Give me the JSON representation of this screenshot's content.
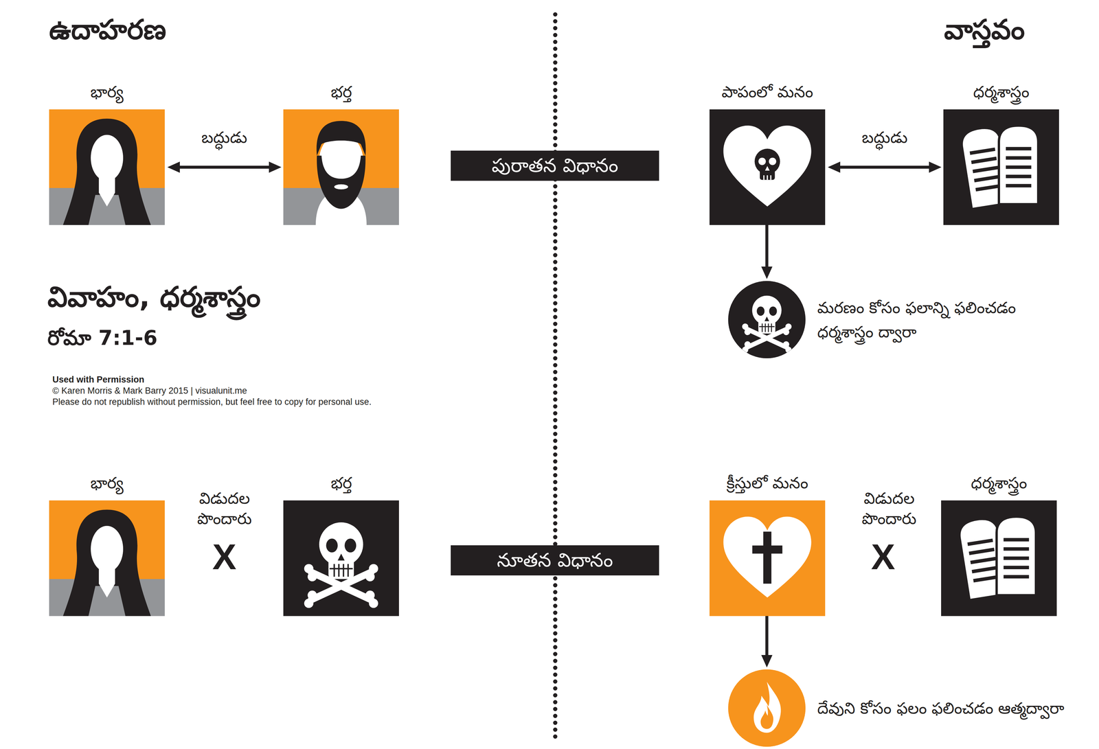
{
  "diagram": {
    "title": "వివాహం, ధర్మశాస్త్రం",
    "nodes": [
      {
        "text": [
          "భార్య"
        ]
      },
      {
        "text": [
          "భర్త"
        ]
      },
      {
        "text": [
          "పురాతన విధానం"
        ]
      },
      {
        "text": [
          "పాపంలో మనం"
        ]
      },
      {
        "text": [
          "ధర్మశాస్త్రం"
        ]
      },
      {
        "text": [
          "మరణం కోసం ఫలాన్ని ఫలించడం ధర్మశాస్త్రం ద్వారా"
        ]
      },
      {
        "text": [
          "భార్య"
        ]
      },
      {
        "text": [
          "భర్త"
        ]
      },
      {
        "text": [
          "నూతన విధానం"
        ]
      },
      {
        "text": [
          "క్రీస్తులో మనం"
        ]
      },
      {
        "text": [
          "ధర్మశాస్త్రం"
        ]
      },
      {
        "text": [
          "దేవుని కోసం ఫలం ఫలించడం ఆత్మద్వారా"
        ]
      }
    ],
    "edges": [
      {
        "from": 0,
        "to": 1,
        "label": "బద్ధుడు",
        "arrow": "both"
      },
      {
        "from": 3,
        "to": 4,
        "label": "బద్ధుడు",
        "arrow": "both"
      },
      {
        "from": 3,
        "to": 5,
        "arrow": "to"
      },
      {
        "from": 9,
        "to": 11,
        "arrow": "to"
      }
    ],
    "labels": [
      "ఉదాహరణ",
      "వాస్తవం",
      "రోమా 7:1-6",
      "Used with Permission",
      "© Karen Morris & Mark Barry 2015 | visualunit.me",
      "Please do not republish without permission, but feel free to copy for personal use.",
      "విడుదల పొందారు",
      "X",
      "విడుదల పొందారు",
      "X"
    ]
  }
}
